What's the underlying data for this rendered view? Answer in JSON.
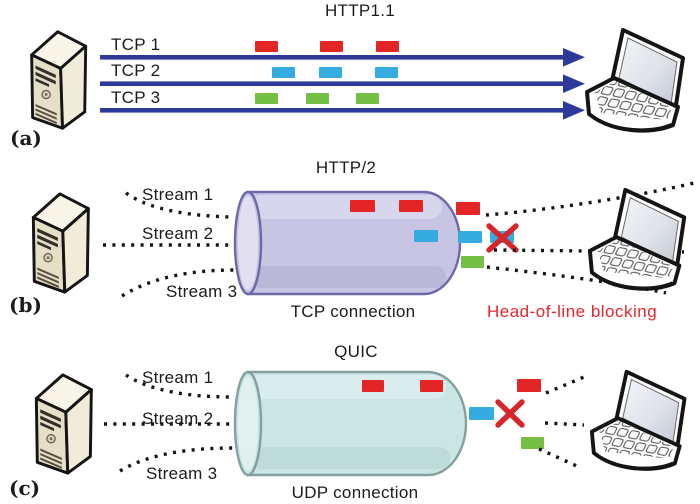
{
  "figure": {
    "panels": [
      {
        "tag": "(a)",
        "title": "HTTP1.1",
        "connections": [
          {
            "label": "TCP 1",
            "packet_color": "red",
            "packets": 3
          },
          {
            "label": "TCP 2",
            "packet_color": "blue",
            "packets": 3
          },
          {
            "label": "TCP 3",
            "packet_color": "green",
            "packets": 3
          }
        ],
        "endpoints": [
          "server",
          "laptop"
        ]
      },
      {
        "tag": "(b)",
        "title": "HTTP/2",
        "streams": [
          {
            "label": "Stream 1",
            "packet_color": "red"
          },
          {
            "label": "Stream 2",
            "packet_color": "blue"
          },
          {
            "label": "Stream 3",
            "packet_color": "green"
          }
        ],
        "pipe_label": "TCP connection",
        "annotation": "Head-of-line blocking",
        "blocked_packet_color": "blue",
        "endpoints": [
          "server",
          "laptop"
        ]
      },
      {
        "tag": "(c)",
        "title": "QUIC",
        "streams": [
          {
            "label": "Stream 1",
            "packet_color": "red"
          },
          {
            "label": "Stream 2",
            "packet_color": "blue"
          },
          {
            "label": "Stream 3",
            "packet_color": "green"
          }
        ],
        "pipe_label": "UDP connection",
        "blocked_packet_color": "blue",
        "endpoints": [
          "server",
          "laptop"
        ]
      }
    ],
    "colors": {
      "packet_red": "#e32526",
      "packet_blue": "#35abe0",
      "packet_green": "#74bf44",
      "arrow_blue": "#2e3a9a",
      "tcp_pipe_fill": "#c8c5e4",
      "tcp_pipe_stroke": "#6f68a8",
      "udp_pipe_fill": "#c9e6e4",
      "udp_pipe_stroke": "#84a09e",
      "annotation_red": "#e8252c",
      "cross_red": "#d6262b"
    },
    "icons": {
      "server": "server-icon",
      "client": "laptop-icon",
      "packet_loss": "cross-icon",
      "connection_pipe": "pipe-icon"
    }
  }
}
